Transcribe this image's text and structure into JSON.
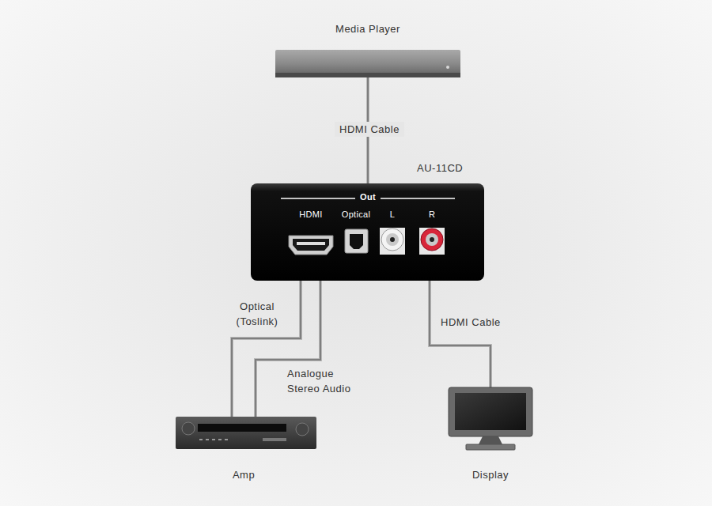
{
  "diagram": {
    "nodes": [
      {
        "text": [
          "Media Player"
        ]
      },
      {
        "text": [
          "AU-11CD",
          "Out",
          "HDMI",
          "Optical",
          "L",
          "R"
        ]
      },
      {
        "text": [
          "Amp"
        ]
      },
      {
        "text": [
          "Display"
        ]
      }
    ],
    "edges": [
      {
        "from": 0,
        "to": 1,
        "arrow": "none",
        "label": "HDMI Cable"
      },
      {
        "from": 1,
        "to": 2,
        "arrow": "none",
        "label": "Optical (Toslink)"
      },
      {
        "from": 1,
        "to": 2,
        "arrow": "none",
        "label": "Analogue Stereo Audio"
      },
      {
        "from": 1,
        "to": 3,
        "arrow": "none",
        "label": "HDMI Cable"
      }
    ]
  }
}
